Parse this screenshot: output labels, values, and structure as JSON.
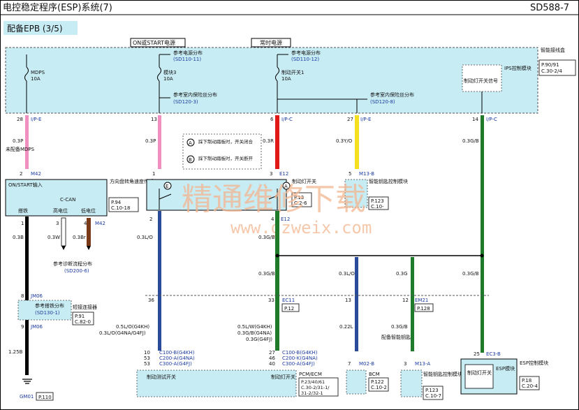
{
  "header": {
    "title": "电控稳定程序(ESP)系统(7)",
    "code": "SD588-7",
    "subtitle": "配备EPB (3/5)"
  },
  "power_labels": {
    "on_start": "ON或START电源",
    "always": "常时电源"
  },
  "smart_junction": {
    "title": "智能接线盒",
    "ref1": "P.90/91",
    "ref2": "C.30-2/4",
    "ips_label": "IPS控制模块",
    "brake_light_signal": "制动灯开关信号"
  },
  "fuses": {
    "mdps": {
      "name": "MDPS",
      "amp": "10A"
    },
    "module3": {
      "name": "模块3",
      "amp": "10A"
    },
    "brake_sw1": {
      "name": "制动开关1",
      "amp": "10A"
    }
  },
  "refs": {
    "power_dist1_label": "参考电源分布",
    "power_dist1_code": "(SD110-11)",
    "power_dist2_label": "参考电源分布",
    "power_dist2_code": "(SD110-12)",
    "indoor_fuse1_label": "参考室内保险丝分布",
    "indoor_fuse1_code": "(SD120-3)",
    "indoor_fuse2_label": "参考室内保险丝分布",
    "indoor_fuse2_code": "(SD120-8)",
    "diag_label": "参考诊断流程分布",
    "diag_code": "(SD200-6)",
    "ground_label": "参考搭铁分布",
    "ground_code": "(SD130-1)"
  },
  "pins": {
    "p28": "28",
    "p13": "13",
    "p6": "6",
    "p27": "27",
    "p14": "14",
    "ipe": "I/P-E",
    "ipc": "I/P-C",
    "m42_2": "2",
    "m42": "M42",
    "sas_1": "1",
    "e12_3": "3",
    "e12": "E12",
    "m13b_5": "5",
    "m13b": "M13-B",
    "sas1": "1",
    "sas3": "3",
    "sas4": "4",
    "m42b": "M42",
    "sw2": "2",
    "sw4": "4",
    "e12b": "E12",
    "jm06_8": "8",
    "jm06_9": "9",
    "jm06": "JM06",
    "p36": "36",
    "p33": "33",
    "ec11": "EC11",
    "p13b": "13",
    "p12": "12",
    "em21": "EM21",
    "c10": "10",
    "c53a": "53",
    "c53b": "53",
    "c27": "27",
    "c46": "46",
    "c40": "40",
    "m02b_7": "7",
    "m02b": "M02-B",
    "m13a_3": "3",
    "m13a": "M13-A",
    "ec3b_25": "25",
    "ec3b": "EC3-B",
    "gm01": "GM01"
  },
  "wires": {
    "w03p_a": "0.3P",
    "w03p_b": "0.3P",
    "w03r": "0.3R",
    "w03yo": "0.3Y/O",
    "w03gb": "0.3G/B",
    "w03b": "0.3B",
    "w03w": "0.3W",
    "w03br": "0.3Br",
    "w03lo": "0.3L/O",
    "w03gb2": "0.3G/B",
    "w03gb3": "0.3G/B",
    "w03lo2": "0.3L/O",
    "w03g": "0.3G",
    "w03gb4": "0.3G/B",
    "w125b": "1.25B",
    "w022l": "0.22L",
    "w03gb5": "0.3G/B",
    "pcm_l1": "0.5L/O(G4KH)",
    "pcm_l2": "0.3L/O(G4NA/G4FJ)",
    "pcm_r1": "0.5L/W(G4KH)",
    "pcm_r2": "0.3G/B(G4NA)",
    "pcm_r3": "0.3G(G4FJ)"
  },
  "notes": {
    "not_mdps": "未配备MDPS",
    "circle_a": "A",
    "note_a": "踩下制动踏板时，开关闭合",
    "circle_b": "B",
    "note_b": "踩下制动踏板时，开关断开",
    "with_smart_key": "配备智能钥匙"
  },
  "components": {
    "sas_name": "方向盘转角速度传感器",
    "sas_ref1": "P.94",
    "sas_ref2": "C.10-18",
    "sas_on": "ON/START输入",
    "sas_ccan": "C-CAN",
    "sas_gnd": "搭铁",
    "sas_high": "高电位",
    "sas_low": "低电位",
    "brake_sw_name": "制动灯开关",
    "brake_sw_ref1": "P.13",
    "brake_sw_ref2": "C.2-6",
    "circle_e": "E",
    "circle_a2": "A",
    "smartkey_name": "智能钥匙控制模块",
    "smartkey_ref1": "P.123",
    "smartkey_ref2": "C.10-",
    "joint_name": "短接连接器",
    "joint_ref1": "P.91",
    "joint_ref2": "C.82-0",
    "ec11_ref": "P.12",
    "em21_ref": "P.128",
    "pcm_conn1": "C100-B(G4KH)",
    "pcm_conn2": "C200-A(G4NA)",
    "pcm_conn3": "C300-A(G4FJ)",
    "pcm_conn4": "C100-B(G4KH)",
    "pcm_conn5": "C200-K(G4NA)",
    "pcm_conn6": "C300-A(G4FJ)",
    "pcm_test_sw": "制动测试开关",
    "pcm_light_sw": "制动灯开关",
    "pcm_name": "PCM/ECM",
    "pcm_ref1": "P.23/40/61",
    "pcm_ref2": "C.30-2/31-1/",
    "pcm_ref3": "31-2/32-1",
    "bcm_name": "BCM",
    "bcm_ref1": "P.122",
    "bcm_ref2": "C.10-2",
    "smartkey2_name": "智能钥匙控制模块",
    "smartkey2_ref1": "P.123",
    "smartkey2_ref2": "C.10-7",
    "esp_name": "ESP控制模块",
    "esp_box": "制动灯开关",
    "esp_box2": "ESP模块",
    "esp_ref1": "P.18",
    "esp_ref2": "C.20-4",
    "gm01_ref": "P.110"
  },
  "watermark": {
    "cn": "精通维修下载",
    "url": "www.gzweix.com"
  },
  "colors": {
    "panel": "#c8ecf4",
    "pink": "#f090c0",
    "red": "#e01818",
    "yellow": "#f5e020",
    "green": "#1f7a2a",
    "black": "#000000",
    "brown": "#7a3a1a",
    "navy": "#2a4a9a",
    "white": "#ffffff"
  }
}
